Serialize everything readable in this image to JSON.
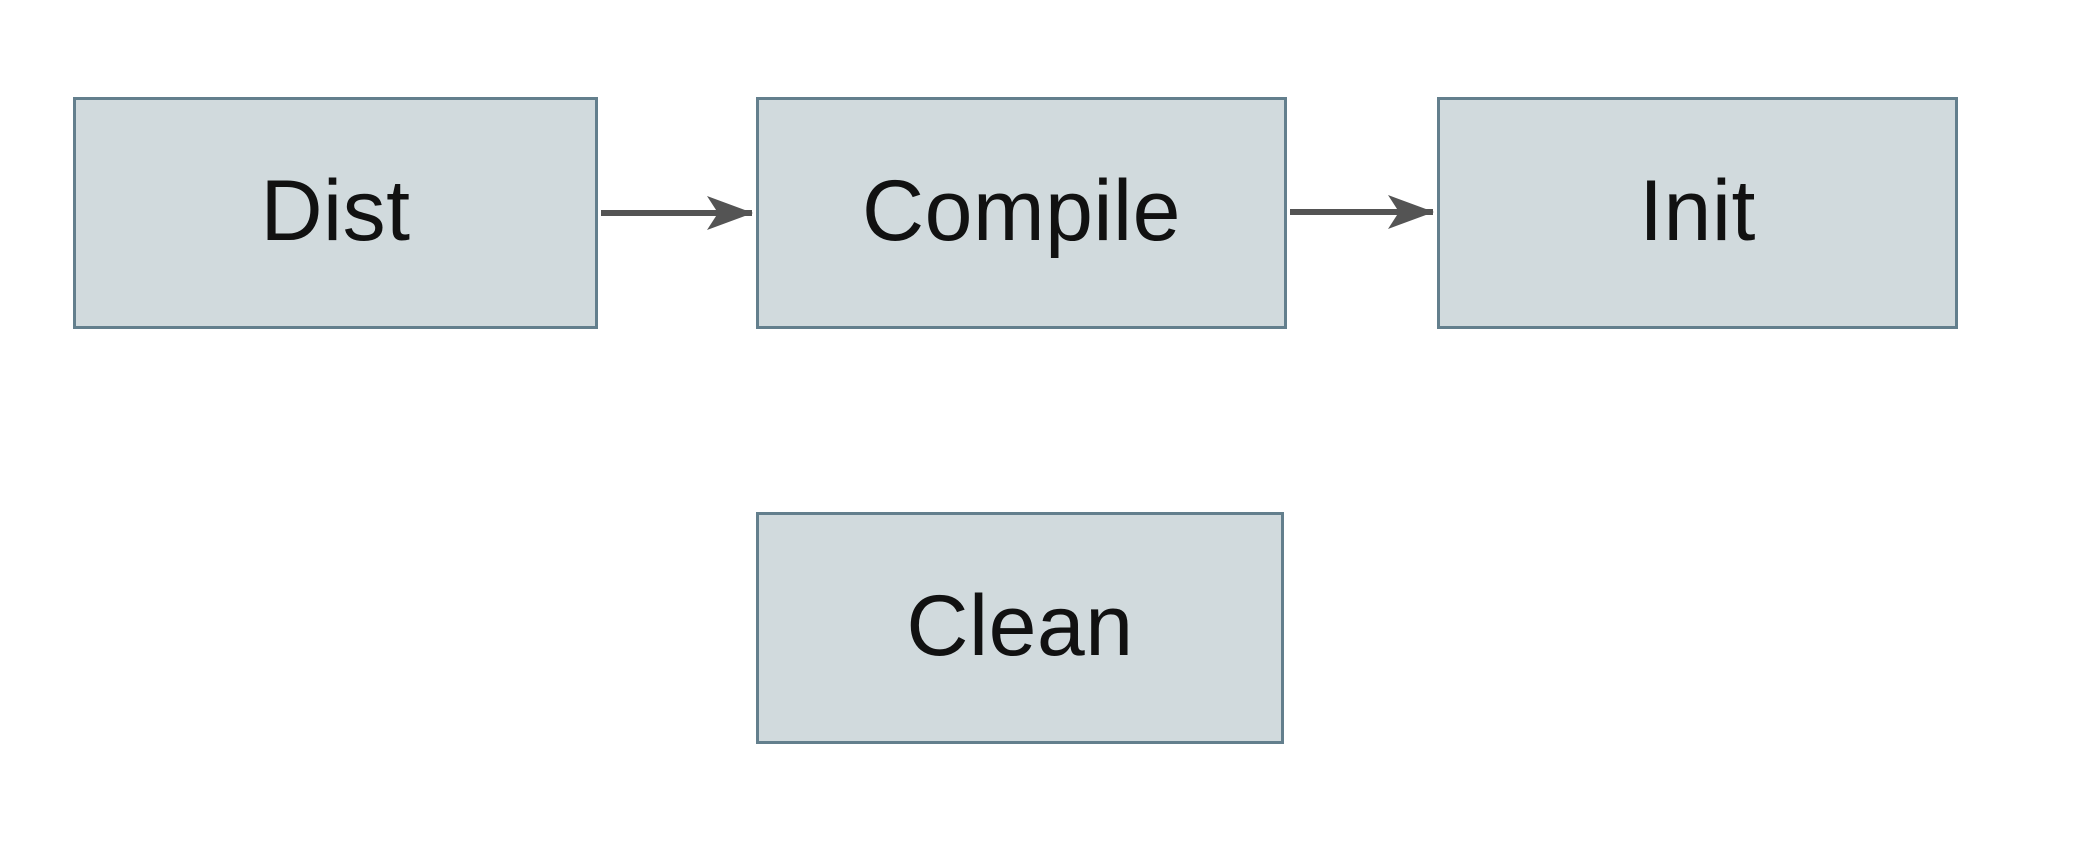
{
  "diagram": {
    "type": "flowchart",
    "background": "#ffffff",
    "style": {
      "node_fill": "#d1dadd",
      "node_border": "#637f8d",
      "arrow_color": "#545454",
      "text_color": "#111111"
    },
    "nodes": [
      {
        "id": "dist",
        "label": "Dist"
      },
      {
        "id": "compile",
        "label": "Compile"
      },
      {
        "id": "init",
        "label": "Init"
      },
      {
        "id": "clean",
        "label": "Clean"
      }
    ],
    "edges": [
      {
        "from": "dist",
        "to": "compile",
        "direction": "right"
      },
      {
        "from": "compile",
        "to": "init",
        "direction": "right"
      }
    ]
  }
}
